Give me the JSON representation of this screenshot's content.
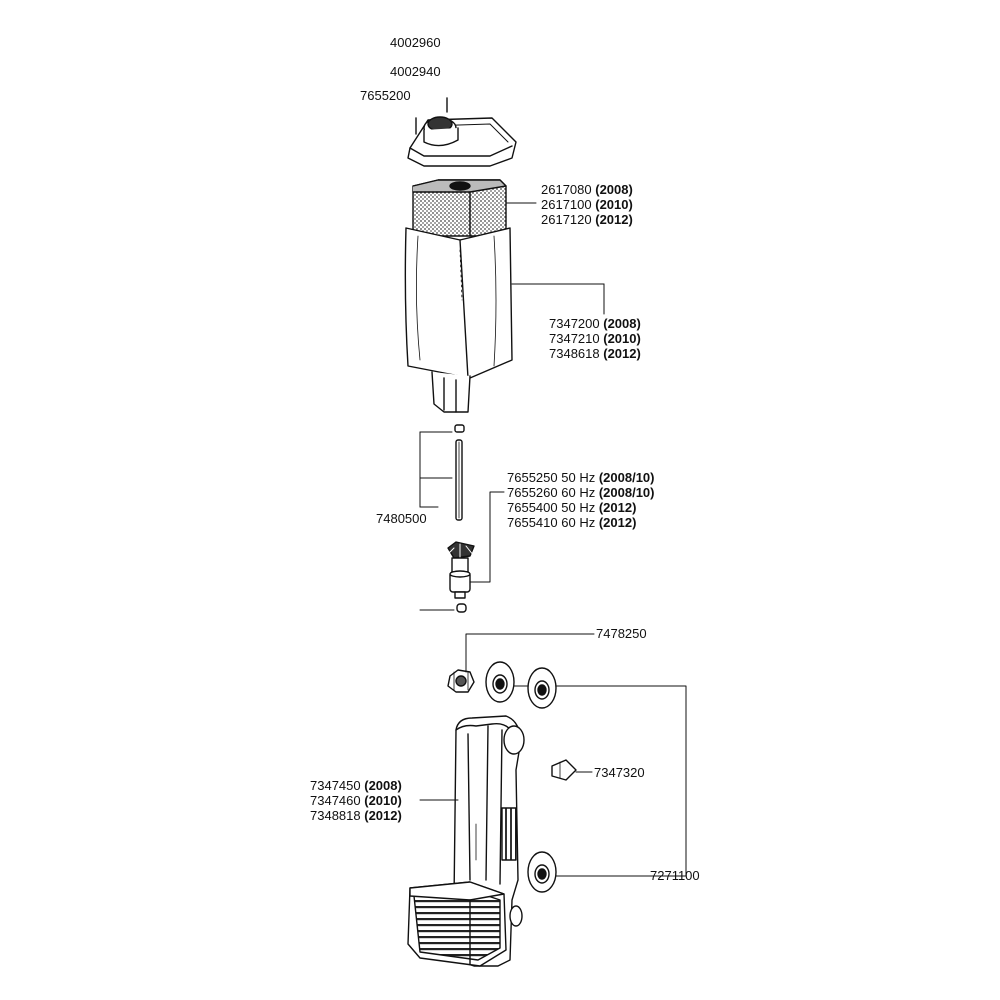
{
  "labels": {
    "top1": "4002960",
    "top2": "4002940",
    "cap": "7655200",
    "sponge": [
      {
        "pn": "2617080",
        "spec": "(2008)"
      },
      {
        "pn": "2617100",
        "spec": "(2010)"
      },
      {
        "pn": "2617120",
        "spec": "(2012)"
      }
    ],
    "housing": [
      {
        "pn": "7347200",
        "spec": "(2008)"
      },
      {
        "pn": "7347210",
        "spec": "(2010)"
      },
      {
        "pn": "7348618",
        "spec": "(2012)"
      }
    ],
    "shaft": "7480500",
    "impeller": [
      {
        "pn": "7655250",
        "hz": "50 Hz",
        "spec": "(2008/10)"
      },
      {
        "pn": "7655260",
        "hz": "60 Hz",
        "spec": "(2008/10)"
      },
      {
        "pn": "7655400",
        "hz": "50 Hz",
        "spec": "(2012)"
      },
      {
        "pn": "7655410",
        "hz": "60 Hz",
        "spec": "(2012)"
      }
    ],
    "connector": "7478250",
    "clip": "7347320",
    "suction_cups": "7271100",
    "pump": [
      {
        "pn": "7347450",
        "spec": "(2008)"
      },
      {
        "pn": "7347460",
        "spec": "(2010)"
      },
      {
        "pn": "7348818",
        "spec": "(2012)"
      }
    ]
  }
}
